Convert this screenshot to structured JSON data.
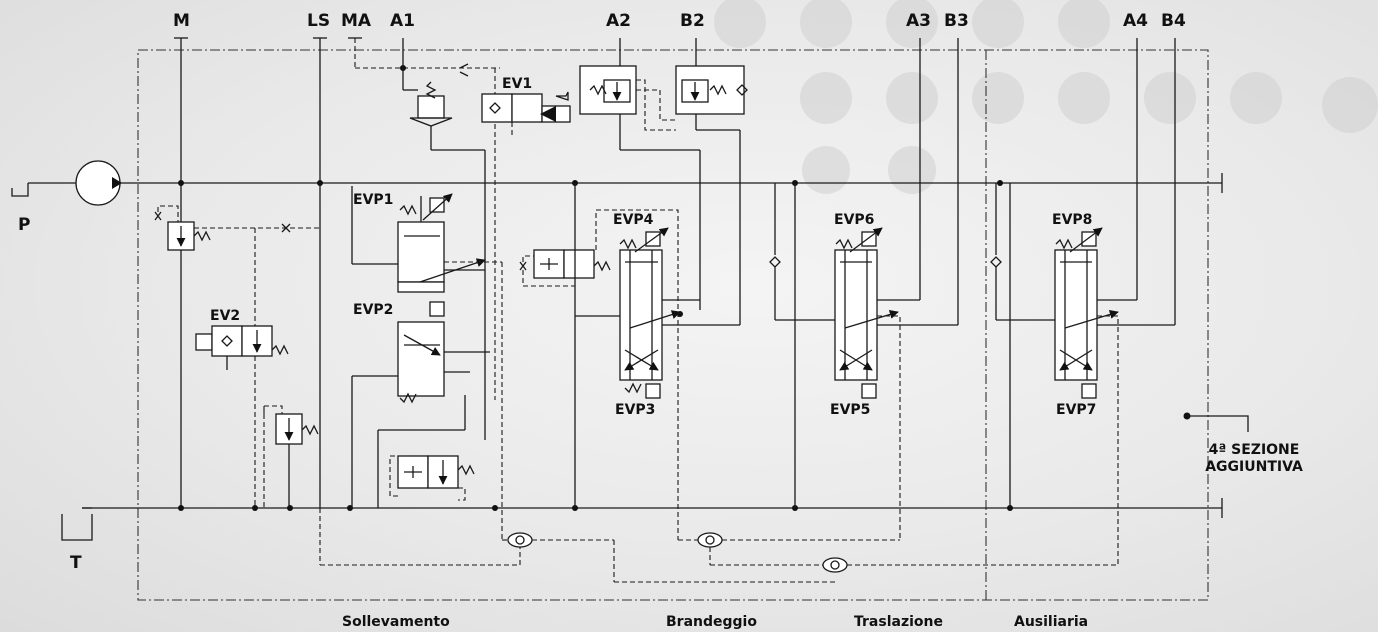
{
  "ports": {
    "m": "M",
    "ls": "LS",
    "ma": "MA",
    "a1": "A1",
    "a2": "A2",
    "b2": "B2",
    "a3": "A3",
    "b3": "B3",
    "a4": "A4",
    "b4": "B4",
    "p": "P",
    "t": "T"
  },
  "valves": {
    "ev1": "EV1",
    "ev2": "EV2",
    "evp1": "EVP1",
    "evp2": "EVP2",
    "evp3": "EVP3",
    "evp4": "EVP4",
    "evp5": "EVP5",
    "evp6": "EVP6",
    "evp7": "EVP7",
    "evp8": "EVP8"
  },
  "sections": {
    "sollevamento": "Sollevamento",
    "brandeggio": "Brandeggio",
    "traslazione": "Traslazione",
    "ausiliaria": "Ausiliaria"
  },
  "note": {
    "line1": "4ª SEZIONE",
    "line2": "AGGIUNTIVA"
  }
}
